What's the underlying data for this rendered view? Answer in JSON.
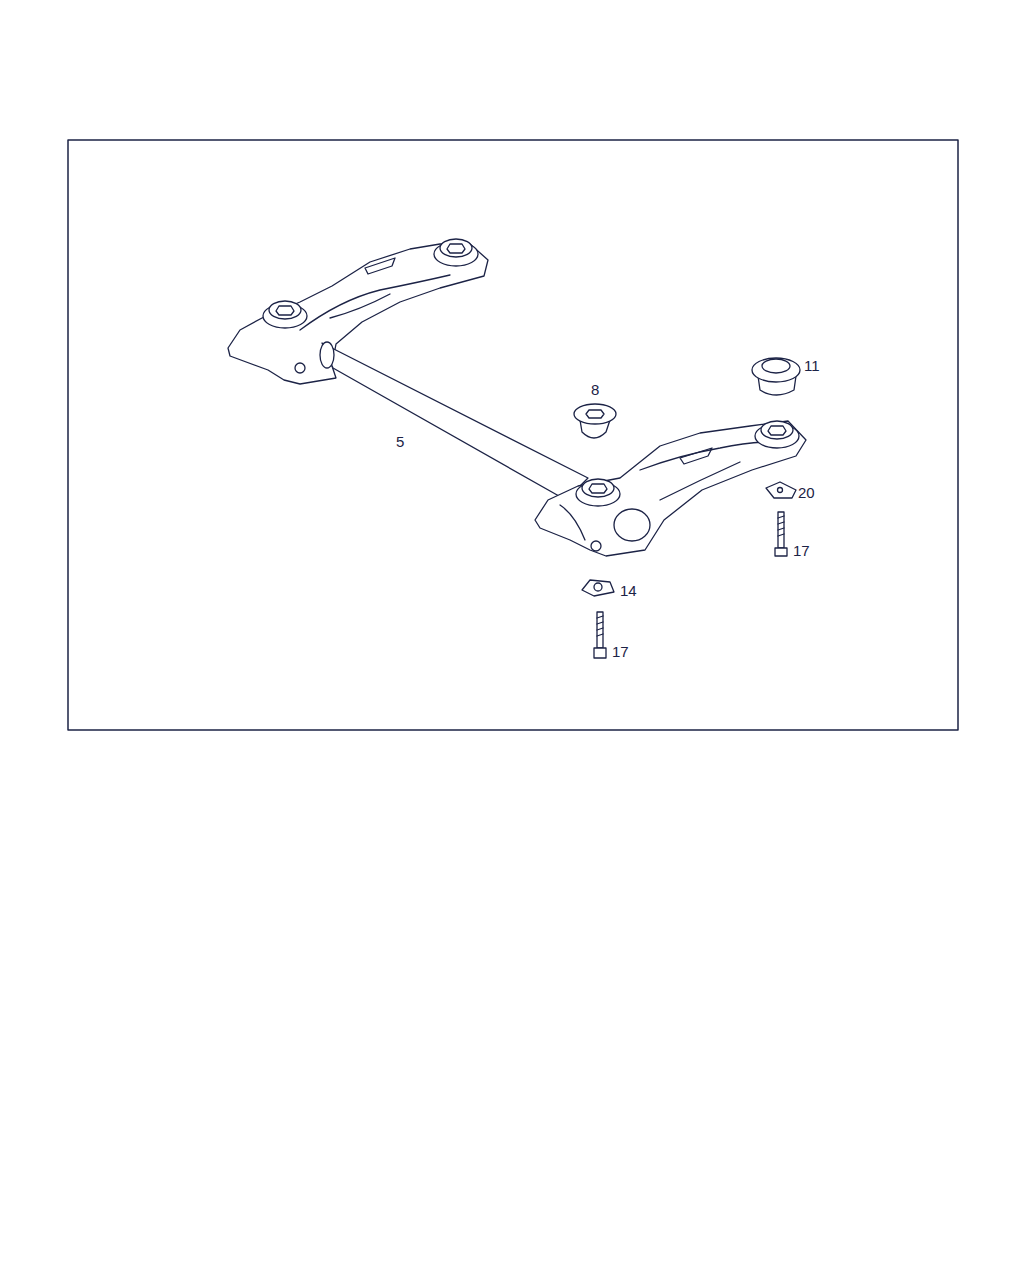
{
  "diagram": {
    "labels": [
      "11",
      "8",
      "5",
      "20",
      "17",
      "14",
      "17"
    ]
  }
}
